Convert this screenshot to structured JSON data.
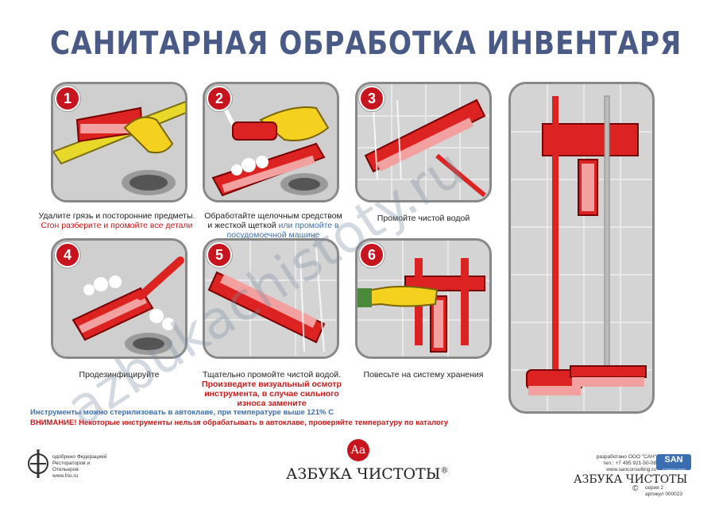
{
  "title": "САНИТАРНАЯ ОБРАБОТКА ИНВЕНТАРЯ",
  "steps": [
    {
      "num": "1",
      "line1": "Удалите грязь и посторонние предметы.",
      "line2": "Сгон разберите и промойте все детали"
    },
    {
      "num": "2",
      "line1": "Обработайте щелочным средством",
      "line2a": "и жесткой щеткой ",
      "line2b": "или промойте в",
      "line3": "посудомоечной машине"
    },
    {
      "num": "3",
      "line1": "Промойте чистой водой"
    },
    {
      "num": "4",
      "line1": "Продезинфицируйте"
    },
    {
      "num": "5",
      "line1": "Тщательно промойте чистой водой.",
      "line2": "Произведите визуальный осмотр",
      "line3": "инструмента, в случае сильного",
      "line4": "износа замените"
    },
    {
      "num": "6",
      "line1": "Повесьте на систему хранения"
    }
  ],
  "notes": {
    "line1": "Инструменты можно стерилизовать в автоклаве, при температуре выше 121% С",
    "line2": "ВНИМАНИЕ! Некоторые инструменты нельзя обрабатывать в автоклаве, проверяйте температуру по каталогу"
  },
  "footer": {
    "logo_mark": "Aa",
    "brand": "АЗБУКА ЧИСТОТЫ",
    "reg": "®",
    "approval": [
      "одобрено Федерацией",
      "Рестораторов и",
      "Отельеров",
      "www.frio.ru"
    ],
    "developer": [
      "разработано ООО \"САН\"",
      "тел.: +7 495 921-50-08",
      "www.sanconsulting.ru"
    ],
    "san": "SAN",
    "san_sub": "CONSULTING",
    "brand2": "АЗБУКА ЧИСТОТЫ",
    "series": "серия 2",
    "article": "артикул 000023",
    "copyright": "©"
  },
  "watermark": "azbukachistoty.ru",
  "colors": {
    "title": "#4a5a86",
    "accent_red": "#c8141e",
    "panel_bg": "#c9c9c9",
    "note_blue": "#3d6fb5"
  }
}
